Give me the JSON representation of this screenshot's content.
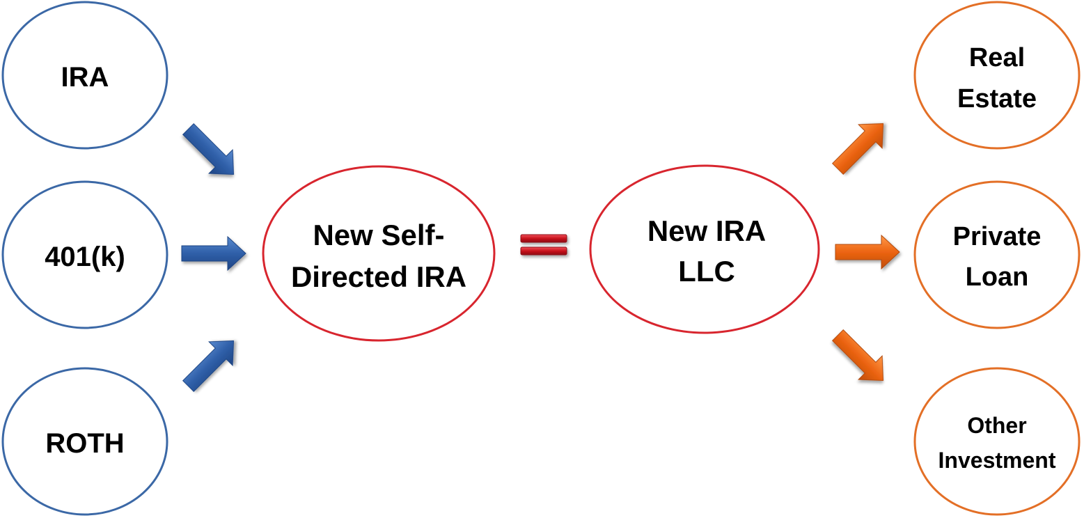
{
  "colors": {
    "source_stroke": "#3b68a6",
    "center_stroke": "#d8252e",
    "target_stroke": "#e36f26",
    "arrow_blue": "#2f5fa8",
    "arrow_orange": "#ec6412",
    "equals_red": "#c8121c"
  },
  "sources": [
    {
      "label_lines": [
        "IRA"
      ]
    },
    {
      "label_lines": [
        "401(k)"
      ]
    },
    {
      "label_lines": [
        "ROTH"
      ]
    }
  ],
  "center_left": {
    "label_lines": [
      "New Self-",
      "Directed IRA"
    ]
  },
  "equals_icon": "equals-icon",
  "center_right": {
    "label_lines": [
      "New IRA",
      "LLC"
    ]
  },
  "targets": [
    {
      "label_lines": [
        "Real",
        "Estate"
      ]
    },
    {
      "label_lines": [
        "Private",
        "Loan"
      ]
    },
    {
      "label_lines": [
        "Other",
        "Investment"
      ]
    }
  ]
}
